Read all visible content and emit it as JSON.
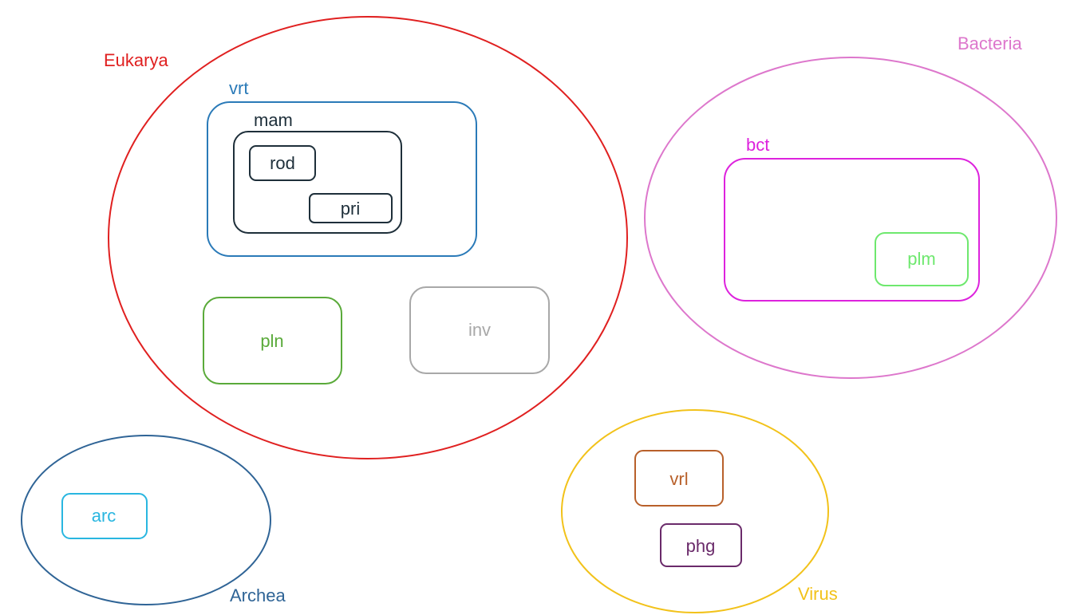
{
  "groups": {
    "eukarya": {
      "label": "Eukarya",
      "color": "#e02020"
    },
    "bacteria": {
      "label": "Bacteria",
      "color": "#dd77cc"
    },
    "archea": {
      "label": "Archea",
      "color": "#2f6496"
    },
    "virus": {
      "label": "Virus",
      "color": "#f2c21a"
    }
  },
  "boxes": {
    "vrt": {
      "label": "vrt",
      "color": "#2a7ab8"
    },
    "mam": {
      "label": "mam",
      "color": "#1e2f3a"
    },
    "rod": {
      "label": "rod",
      "color": "#1e2f3a"
    },
    "pri": {
      "label": "pri",
      "color": "#1e2f3a"
    },
    "pln": {
      "label": "pln",
      "color": "#5aaa3a"
    },
    "inv": {
      "label": "inv",
      "color": "#a8a8a8"
    },
    "bct": {
      "label": "bct",
      "color": "#dd22dd"
    },
    "plm": {
      "label": "plm",
      "color": "#6ee86e"
    },
    "arc": {
      "label": "arc",
      "color": "#29b6e0"
    },
    "vrl": {
      "label": "vrl",
      "color": "#b8602a"
    },
    "phg": {
      "label": "phg",
      "color": "#6a2a6a"
    }
  }
}
